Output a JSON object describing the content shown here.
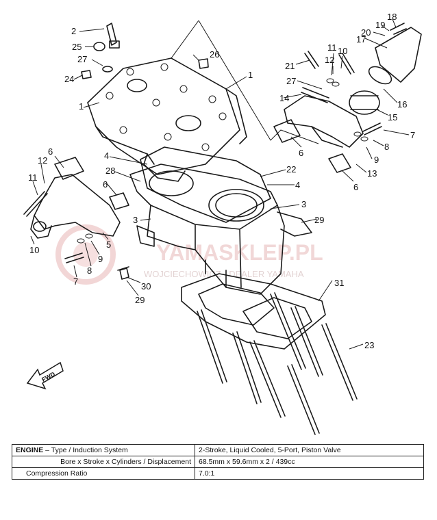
{
  "diagram": {
    "callouts": {
      "c1a": "1",
      "c1b": "1",
      "c2": "2",
      "c3a": "3",
      "c3b": "3",
      "c4a": "4",
      "c4b": "4",
      "c5": "5",
      "c6a": "6",
      "c6b": "6",
      "c6c": "6",
      "c6d": "6",
      "c7a": "7",
      "c7b": "7",
      "c8a": "8",
      "c8b": "8",
      "c9a": "9",
      "c9b": "9",
      "c10a": "10",
      "c10b": "10",
      "c11a": "11",
      "c11b": "11",
      "c12a": "12",
      "c12b": "12",
      "c13": "13",
      "c14": "14",
      "c15": "15",
      "c16": "16",
      "c17": "17",
      "c18": "18",
      "c19": "19",
      "c20": "20",
      "c21": "21",
      "c22": "22",
      "c23": "23",
      "c24": "24",
      "c25": "25",
      "c26": "26",
      "c27a": "27",
      "c27b": "27",
      "c28": "28",
      "c29a": "29",
      "c29b": "29",
      "c30": "30",
      "c31": "31"
    },
    "fwd_label": "FWD",
    "watermark": {
      "main": "YAMASKLEP.PL",
      "sub": "WOJCIECHOWICZ - DEALER YAMAHA",
      "color": "#d99a9a"
    }
  },
  "spec_table": {
    "rows": [
      {
        "label_bold": "ENGINE",
        "label_rest": " – Type / Induction System",
        "value": "2-Stroke, Liquid Cooled, 5-Port, Piston Valve"
      },
      {
        "label_bold": "",
        "label_rest": "Bore x Stroke x Cylinders / Displacement",
        "value": "68.5mm x 59.6mm x 2 / 439cc"
      },
      {
        "label_bold": "",
        "label_rest": "Compression Ratio",
        "value": "7.0:1"
      }
    ]
  }
}
